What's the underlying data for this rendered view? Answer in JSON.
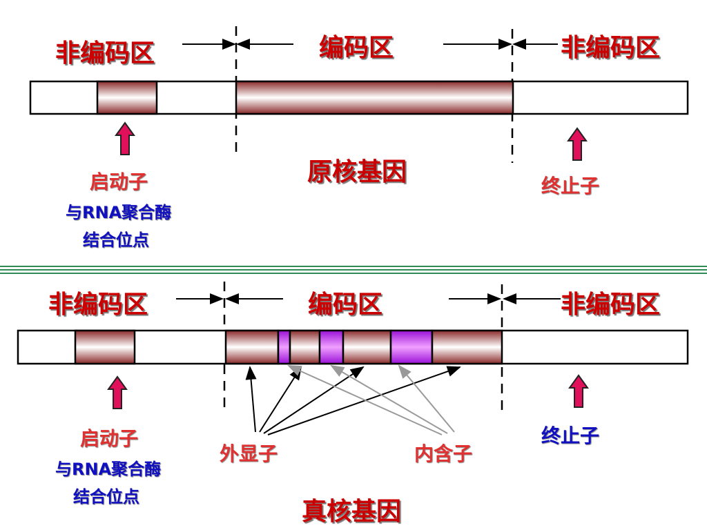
{
  "prokaryote": {
    "noncoding_left": "非编码区",
    "coding": "编码区",
    "noncoding_right": "非编码区",
    "promoter": "启动子",
    "rna_binding_1": "与RNA聚合酶",
    "rna_binding_2": "结合位点",
    "title": "原核基因",
    "terminator": "终止子"
  },
  "eukaryote": {
    "noncoding_left": "非编码区",
    "coding": "编码区",
    "noncoding_right": "非编码区",
    "promoter": "启动子",
    "rna_binding_1": "与RNA聚合酶",
    "rna_binding_2": "结合位点",
    "exon": "外显子",
    "intron": "内含子",
    "terminator": "终止子",
    "title": "真核基因"
  },
  "colors": {
    "exon_fill": "#a05050",
    "intron_fill": "#a020e0",
    "arrow_up": "#e0105a",
    "region_text": "#cc0000",
    "divider": "#2e8b57"
  },
  "icons": [
    "up-arrow-icon",
    "dashed-boundary-line",
    "pointer-arrow-line"
  ]
}
